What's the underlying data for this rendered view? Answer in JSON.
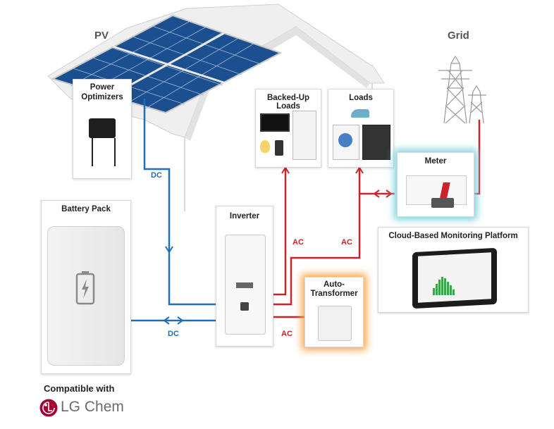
{
  "headings": {
    "pv": "PV",
    "grid": "Grid"
  },
  "components": {
    "power_optimizers": "Power\nOptimizers",
    "backed_up_loads": "Backed-Up Loads",
    "loads": "Loads",
    "meter": "Meter",
    "battery_pack": "Battery Pack",
    "inverter": "Inverter",
    "auto_transformer": "Auto-\nTransformer",
    "monitoring": "Cloud-Based Monitoring Platform"
  },
  "wire_labels": {
    "dc_pv": "DC",
    "dc_battery": "DC",
    "ac_backed": "AC",
    "ac_loads": "AC",
    "ac_transformer": "AC"
  },
  "footer": {
    "compatible": "Compatible with",
    "brand": "LG Chem"
  },
  "colors": {
    "dc": "#1f6fb5",
    "ac": "#cc2229",
    "meter_glow": "#7fd3df",
    "transformer_glow": "#f6a64a",
    "brand": "#a50034"
  },
  "icons": [
    "solar-panel",
    "house-roof",
    "transmission-tower",
    "battery-icon",
    "bolt-icon",
    "lg-logo"
  ]
}
